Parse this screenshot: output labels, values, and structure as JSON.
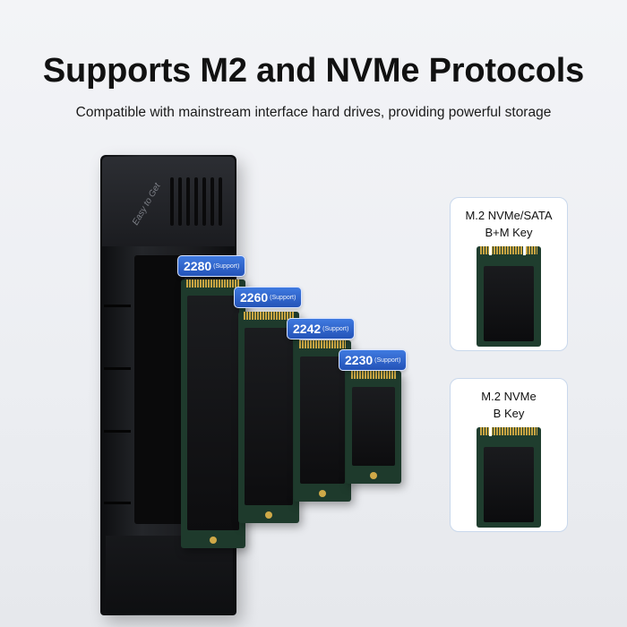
{
  "header": {
    "title": "Supports M2 and NVMe Protocols",
    "subtitle": "Compatible with mainstream interface hard drives, providing powerful storage"
  },
  "enclosure": {
    "engraving": "Easy to Get"
  },
  "sizes": [
    {
      "size": "2280",
      "tag": "(Support)"
    },
    {
      "size": "2260",
      "tag": "(Support)"
    },
    {
      "size": "2242",
      "tag": "(Support)"
    },
    {
      "size": "2230",
      "tag": "(Support)"
    }
  ],
  "keys": [
    {
      "line1": "M.2 NVMe/SATA",
      "line2": "B+M Key"
    },
    {
      "line1": "M.2 NVMe",
      "line2": "B Key"
    }
  ],
  "colors": {
    "badge": "#2f62cc",
    "card_border": "#c9d8ec",
    "pcb": "#1e3a2c",
    "gold": "#c9a543"
  }
}
